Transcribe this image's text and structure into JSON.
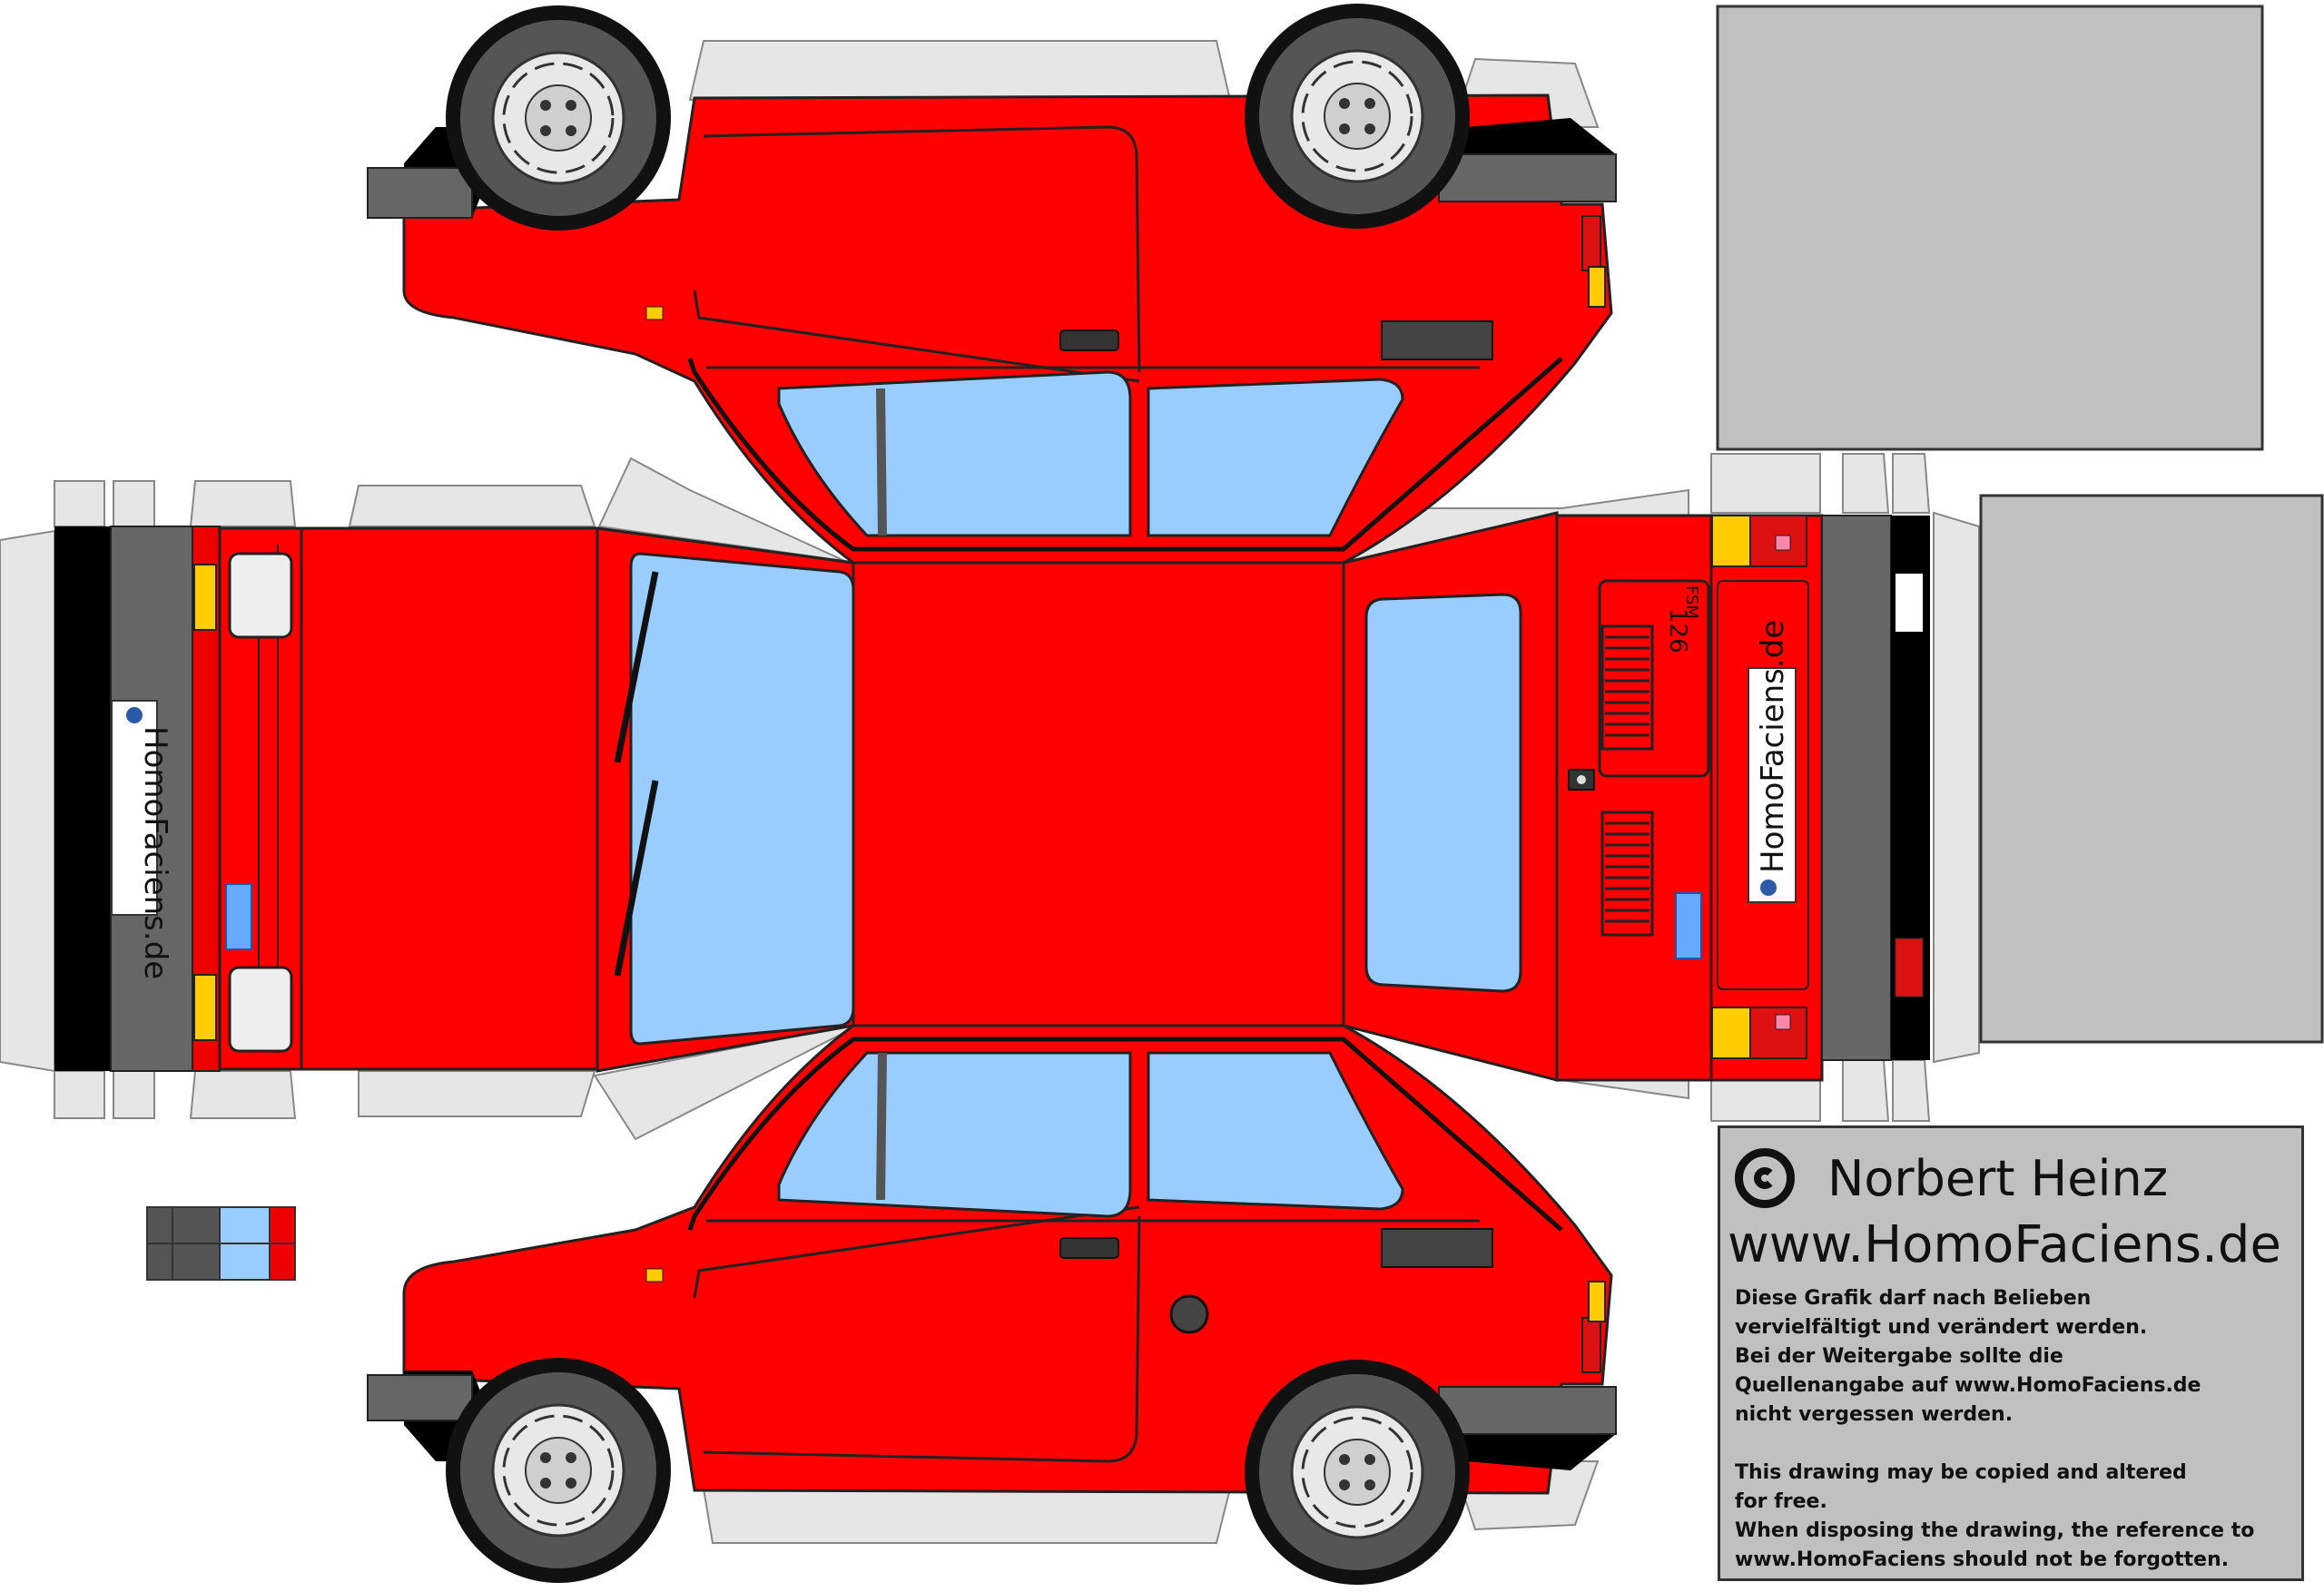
{
  "plates": {
    "front": "HomoFaciens.de",
    "rear": "HomoFaciens.de"
  },
  "badges": {
    "model": "126",
    "variant": "FSM"
  },
  "colors": {
    "body": "#ff0000",
    "glass": "#99ccff",
    "tab": "#e6e6e6",
    "panel": "#c0c0c0",
    "bumper": "#555555",
    "indicator": "#ffcc00",
    "taillight": "#dd1111"
  },
  "credit": {
    "icon": "copyleft-icon",
    "author": "Norbert Heinz",
    "website": "www.HomoFaciens.de",
    "german_lines": [
      "Diese Grafik darf nach Belieben",
      "vervielfältigt und verändert werden.",
      "Bei der Weitergabe sollte die",
      "Quellenangabe auf www.HomoFaciens.de",
      "nicht vergessen werden."
    ],
    "english_lines": [
      "This drawing may be copied and altered",
      "for free.",
      "When disposing the drawing, the reference to",
      "www.HomoFaciens should not be forgotten."
    ]
  }
}
